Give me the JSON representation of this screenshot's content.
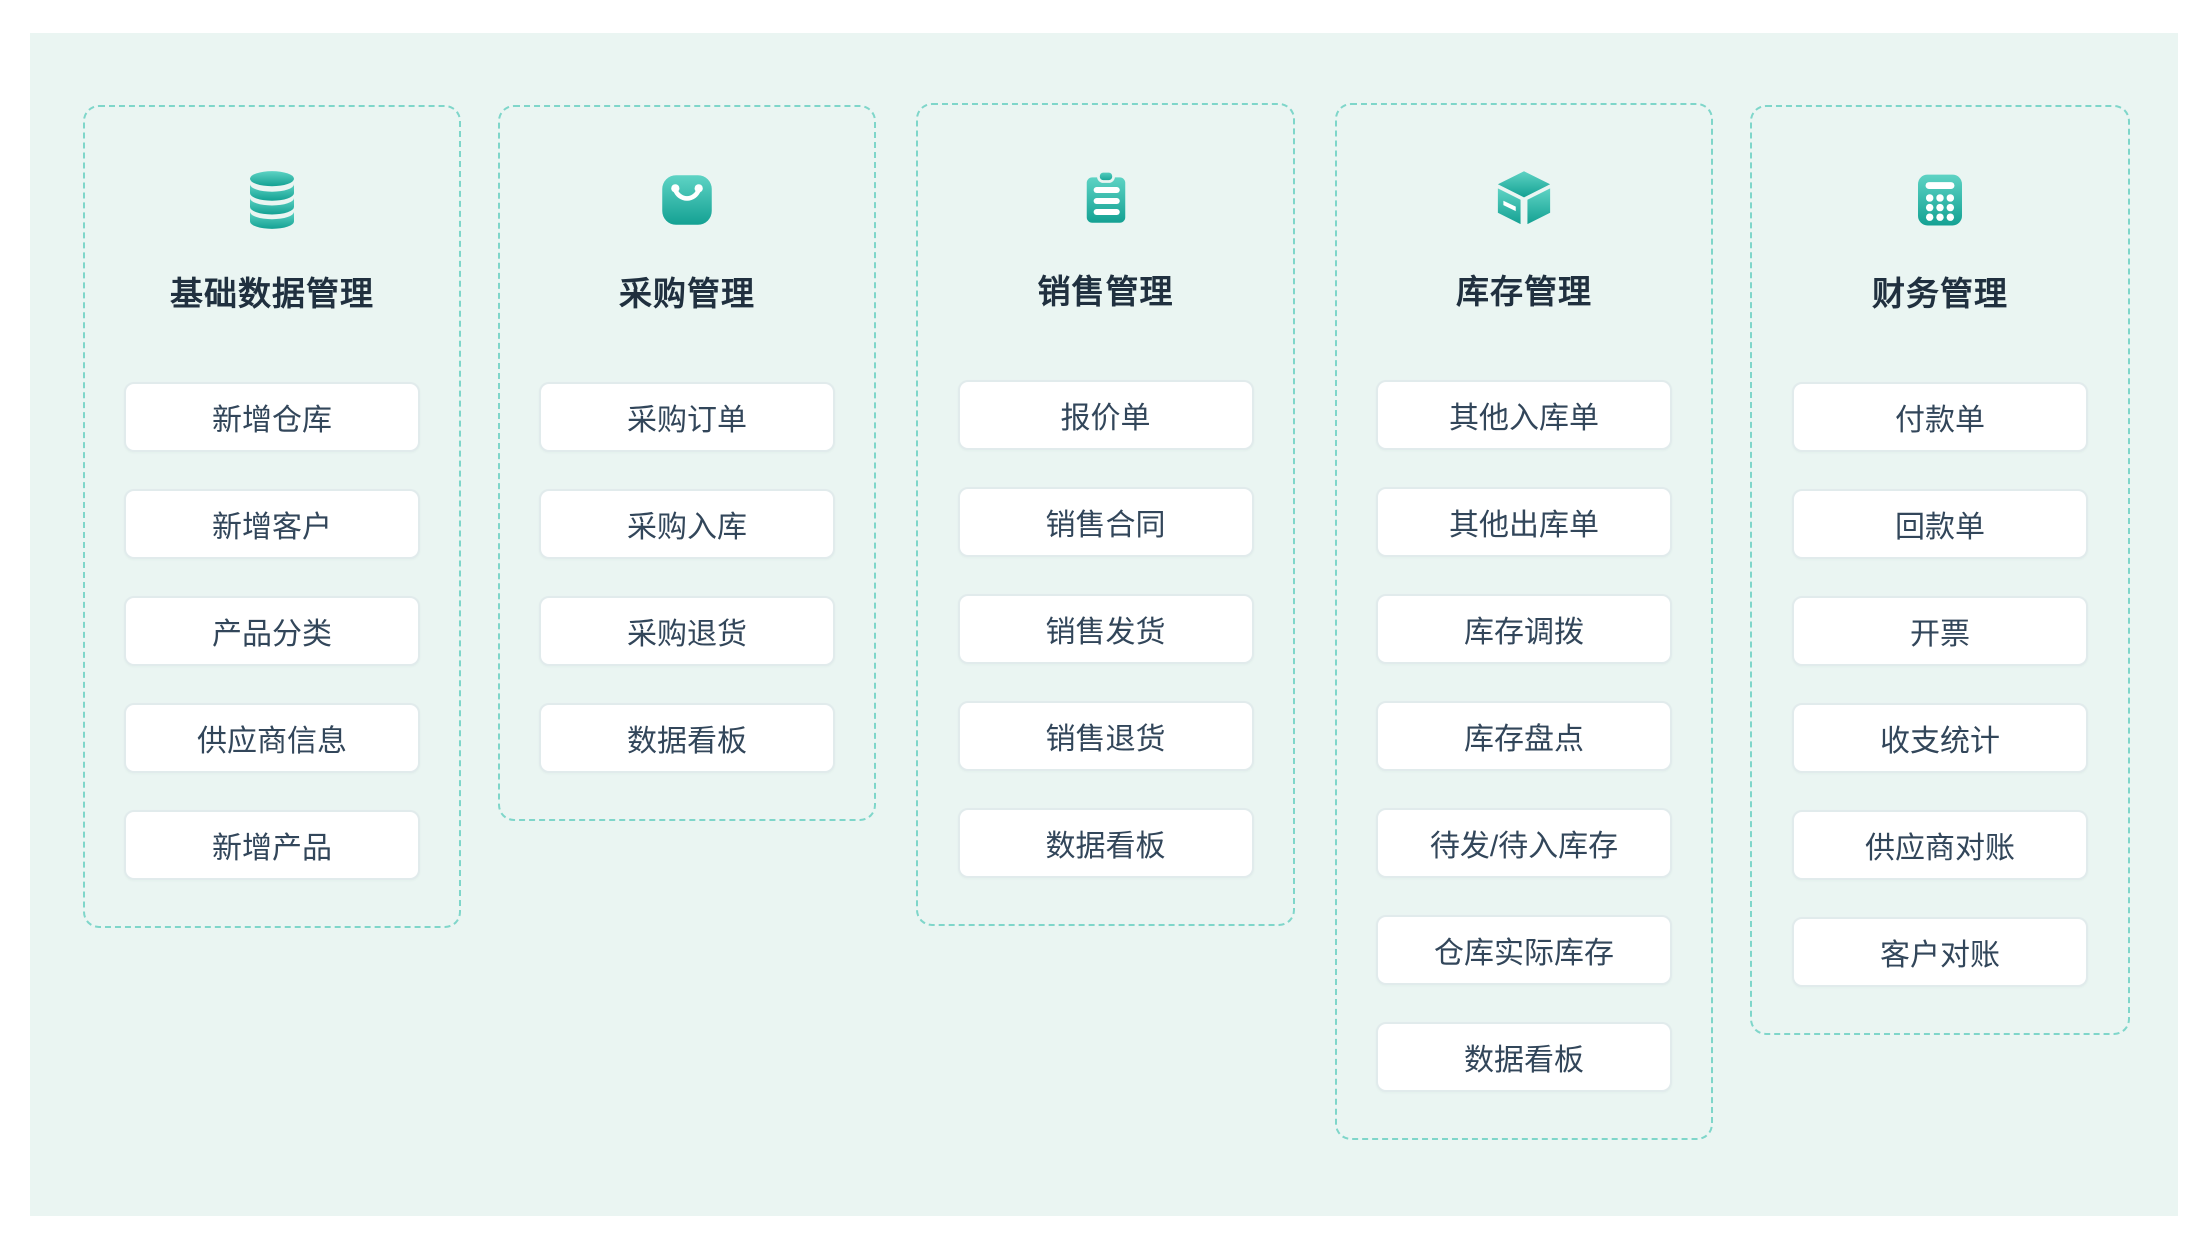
{
  "colors": {
    "canvas_background": "#eaf5f2",
    "panel_dash_border": "#7fd6ca",
    "icon_gradient_start": "#5ed3c4",
    "icon_gradient_end": "#14a193",
    "title_text": "#20303f",
    "item_text": "#32465a",
    "item_border": "#e1ebec",
    "item_background": "#ffffff"
  },
  "modules": [
    {
      "title": "基础数据管理",
      "icon": "database-icon",
      "items": [
        "新增仓库",
        "新增客户",
        "产品分类",
        "供应商信息",
        "新增产品"
      ]
    },
    {
      "title": "采购管理",
      "icon": "shopping-bag-icon",
      "items": [
        "采购订单",
        "采购入库",
        "采购退货",
        "数据看板"
      ]
    },
    {
      "title": "销售管理",
      "icon": "clipboard-icon",
      "items": [
        "报价单",
        "销售合同",
        "销售发货",
        "销售退货",
        "数据看板"
      ]
    },
    {
      "title": "库存管理",
      "icon": "box-icon",
      "items": [
        "其他入库单",
        "其他出库单",
        "库存调拨",
        "库存盘点",
        "待发/待入库存",
        "仓库实际库存",
        "数据看板"
      ]
    },
    {
      "title": "财务管理",
      "icon": "calculator-icon",
      "items": [
        "付款单",
        "回款单",
        "开票",
        "收支统计",
        "供应商对账",
        "客户对账"
      ]
    }
  ]
}
